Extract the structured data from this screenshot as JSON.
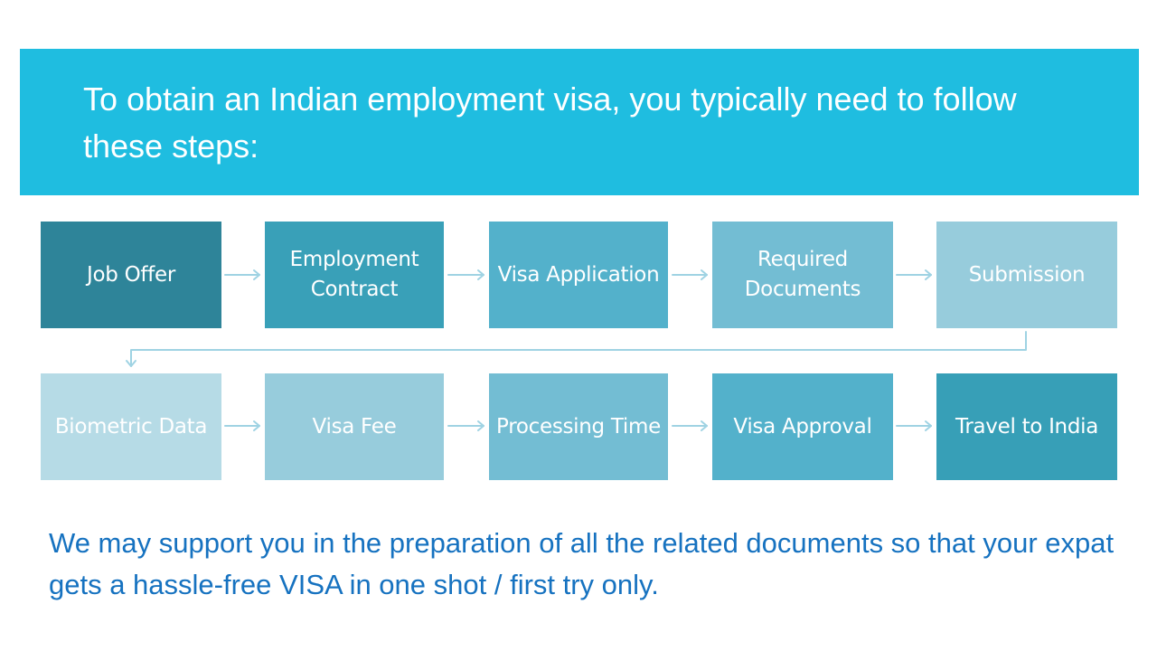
{
  "header": {
    "title": "To obtain an Indian employment visa, you typically need to follow these steps:",
    "background": "#1FBDE0"
  },
  "flow": {
    "row1": [
      {
        "label": "Job Offer",
        "color": "#2E8499"
      },
      {
        "label": "Employment Contract",
        "color": "#39A0B8"
      },
      {
        "label": "Visa Application",
        "color": "#53B1CB"
      },
      {
        "label": "Required Documents",
        "color": "#73BDD3"
      },
      {
        "label": "Submission",
        "color": "#97CCDC"
      }
    ],
    "row2": [
      {
        "label": "Biometric Data",
        "color": "#B6DBE6"
      },
      {
        "label": "Visa Fee",
        "color": "#97CCDC"
      },
      {
        "label": "Processing Time",
        "color": "#73BDD3"
      },
      {
        "label": "Visa Approval",
        "color": "#53B1CB"
      },
      {
        "label": "Travel to India",
        "color": "#379FB7"
      }
    ],
    "arrow_color": "#9FD3E3",
    "arrow_icon": "right-arrow-icon"
  },
  "footer": {
    "text": "We may support you in the preparation of all the related documents so that your expat gets a hassle-free VISA in one shot / first try only.",
    "color": "#1672C0"
  }
}
